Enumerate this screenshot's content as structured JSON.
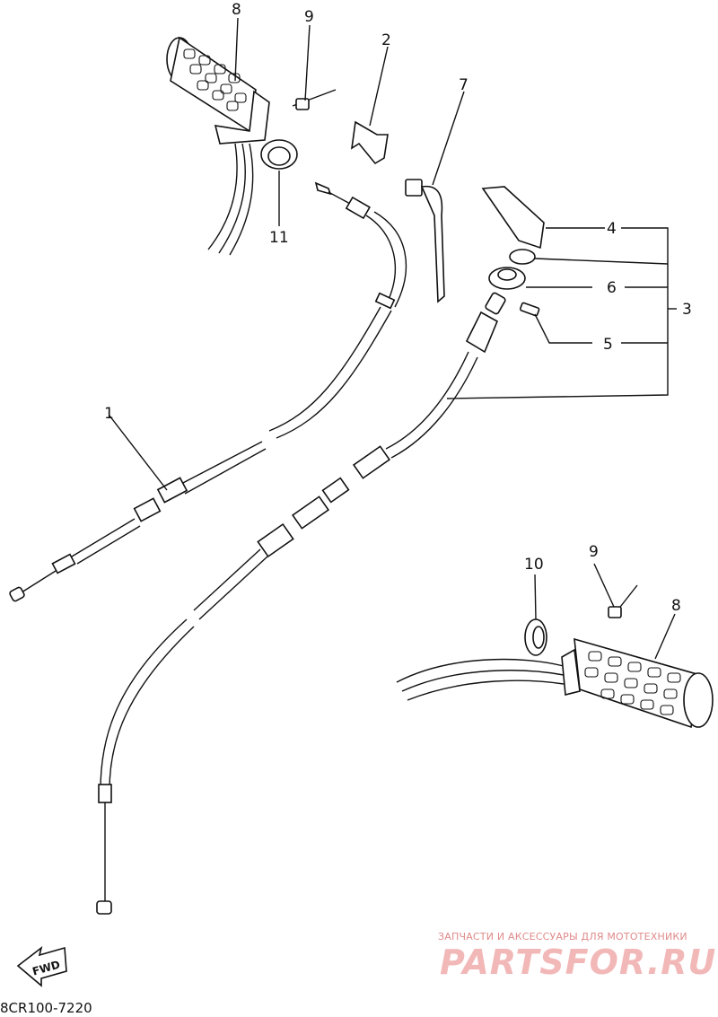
{
  "diagram": {
    "code": "8CR100-7220",
    "fwd_label": "FWD",
    "watermark_line1": "ЗАПЧАСТИ И АКСЕССУАРЫ ДЛЯ МОТОТЕХНИКИ",
    "watermark_line2": "PARTSFOR.RU",
    "callouts": {
      "c1": "1",
      "c2": "2",
      "c3": "3",
      "c4": "4",
      "c5": "5",
      "c6": "6",
      "c7": "7",
      "c8a": "8",
      "c8b": "8",
      "c9a": "9",
      "c9b": "9",
      "c10": "10",
      "c11": "11"
    }
  }
}
